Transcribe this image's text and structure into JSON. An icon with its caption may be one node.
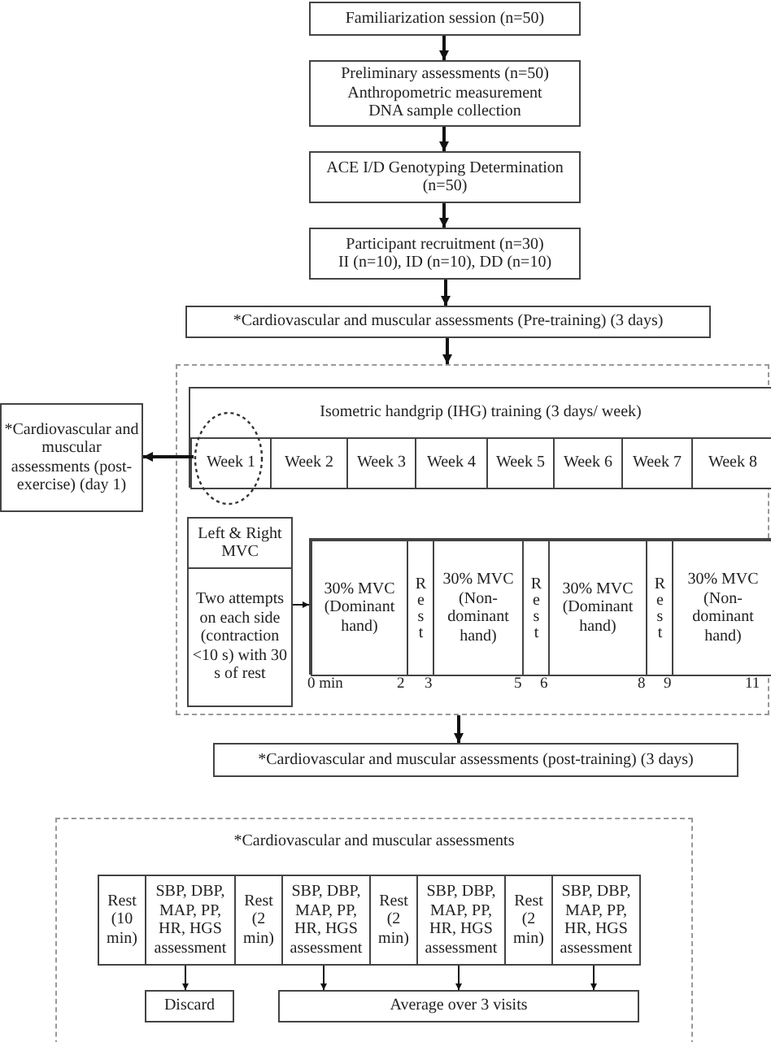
{
  "diagram": {
    "nodes": [
      {
        "text": [
          "Familiarization session (n=50)"
        ]
      },
      {
        "text": [
          "Preliminary assessments (n=50)",
          "Anthropometric measurement",
          "DNA sample collection"
        ]
      },
      {
        "text": [
          "ACE I/D Genotyping Determination (n=50)"
        ]
      },
      {
        "text": [
          "Participant recruitment (n=30)",
          "II (n=10), ID (n=10), DD (n=10)"
        ]
      },
      {
        "text": [
          "*Cardiovascular and muscular assessments (Pre-training) (3 days)"
        ]
      },
      {
        "text": [],
        "shape": "box"
      },
      {
        "text": [
          "Isometric handgrip (IHG) training (3 days/ week)"
        ],
        "in": 5
      },
      {
        "text": [
          "Week 1"
        ],
        "in": 6
      },
      {
        "text": [
          "Week 2"
        ],
        "in": 6
      },
      {
        "text": [
          "Week 3"
        ],
        "in": 6
      },
      {
        "text": [
          "Week 4"
        ],
        "in": 6
      },
      {
        "text": [
          "Week 5"
        ],
        "in": 6
      },
      {
        "text": [
          "Week 6"
        ],
        "in": 6
      },
      {
        "text": [
          "Week 7"
        ],
        "in": 6
      },
      {
        "text": [
          "Week 8"
        ],
        "in": 6
      },
      {
        "text": [],
        "shape": "circle",
        "in": 5
      },
      {
        "text": [
          "*Cardiovascular and muscular assessments (post-exercise) (day 1)"
        ]
      },
      {
        "text": [
          "Left & Right MVC",
          "Two attempts on each side (contraction <10 s) with 30 s of rest"
        ],
        "in": 5
      },
      {
        "text": [],
        "shape": "box",
        "in": 5
      },
      {
        "text": [
          "30% MVC (Dominant hand)"
        ],
        "in": 18
      },
      {
        "text": [
          "Rest"
        ],
        "in": 18
      },
      {
        "text": [
          "30% MVC (Non-dominant hand)"
        ],
        "in": 18
      },
      {
        "text": [
          "Rest"
        ],
        "in": 18
      },
      {
        "text": [
          "30% MVC (Dominant hand)"
        ],
        "in": 18
      },
      {
        "text": [
          "Rest"
        ],
        "in": 18
      },
      {
        "text": [
          "30% MVC (Non-dominant hand)"
        ],
        "in": 18
      },
      {
        "text": [
          "*Cardiovascular and muscular assessments (post-training) (3 days)"
        ]
      },
      {
        "text": [
          "*Cardiovascular and muscular assessments"
        ]
      },
      {
        "text": [
          "Rest (10 min)"
        ],
        "in": 27
      },
      {
        "text": [
          "SBP, DBP, MAP, PP, HR, HGS assessment"
        ],
        "in": 27
      },
      {
        "text": [
          "Rest (2 min)"
        ],
        "in": 27
      },
      {
        "text": [
          "SBP, DBP, MAP, PP, HR, HGS assessment"
        ],
        "in": 27
      },
      {
        "text": [
          "Rest (2 min)"
        ],
        "in": 27
      },
      {
        "text": [
          "SBP, DBP, MAP, PP, HR, HGS assessment"
        ],
        "in": 27
      },
      {
        "text": [
          "Rest (2 min)"
        ],
        "in": 27
      },
      {
        "text": [
          "SBP, DBP, MAP, PP, HR, HGS assessment"
        ],
        "in": 27
      },
      {
        "text": [
          "Discard"
        ],
        "in": 27
      },
      {
        "text": [
          "Average over 3 visits"
        ],
        "in": 27
      }
    ],
    "edges": [
      {
        "from": 0,
        "to": 1,
        "arrow": "to"
      },
      {
        "from": 1,
        "to": 2,
        "arrow": "to"
      },
      {
        "from": 2,
        "to": 3,
        "arrow": "to"
      },
      {
        "from": 3,
        "to": 4,
        "arrow": "to"
      },
      {
        "from": 4,
        "to": 5,
        "arrow": "to"
      },
      {
        "from": 15,
        "to": 16,
        "arrow": "to"
      },
      {
        "from": 17,
        "to": 18,
        "arrow": "to"
      },
      {
        "from": 5,
        "to": 26,
        "arrow": "to"
      },
      {
        "from": 29,
        "to": 36,
        "arrow": "to"
      },
      {
        "from": 31,
        "to": 37,
        "arrow": "to"
      },
      {
        "from": 33,
        "to": 37,
        "arrow": "to"
      },
      {
        "from": 35,
        "to": 37,
        "arrow": "to"
      }
    ],
    "labels": [
      "0 min",
      "2",
      "3",
      "5",
      "6",
      "8",
      "9",
      "11"
    ]
  }
}
